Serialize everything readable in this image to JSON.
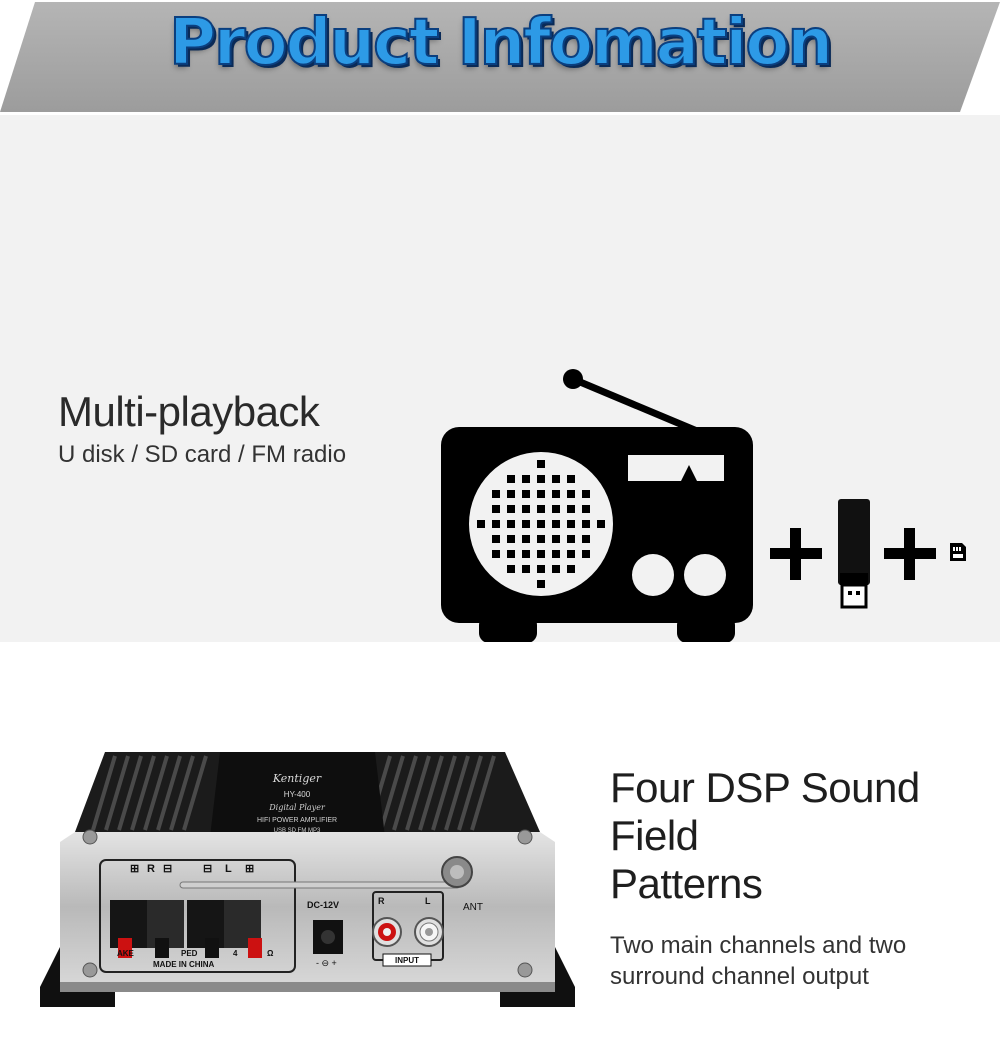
{
  "banner": {
    "title": "Product Infomation",
    "bg_color": "#a9a9a9",
    "title_color": "#2d9ae6"
  },
  "section1": {
    "heading": "Multi-playback",
    "subtitle": "U disk / SD card / FM radio",
    "icons": [
      "radio-icon",
      "plus-icon",
      "usb-drive-icon",
      "plus-icon",
      "sd-card-icon"
    ]
  },
  "section2": {
    "heading_line1": "Four DSP Sound Field",
    "heading_line2": "Patterns",
    "subtitle_line1": "Two main channels and two",
    "subtitle_line2": "surround channel output",
    "product": {
      "brand": "Kentiger",
      "model": "HY-400",
      "top_label_1": "Digital Player",
      "top_label_2": "HIFI POWER AMPLIFIER",
      "top_label_3": "USB SD FM MP3",
      "channel_right": "R",
      "channel_left": "L",
      "dc_label": "DC-12V",
      "ant_label": "ANT",
      "input_label": "INPUT",
      "input_r": "R",
      "input_l": "L",
      "made_in": "MADE IN CHINA",
      "speaker_frag_1": "AKE",
      "speaker_frag_2": "PED",
      "speaker_frag_3": "4",
      "speaker_frag_4": "Ω"
    }
  }
}
